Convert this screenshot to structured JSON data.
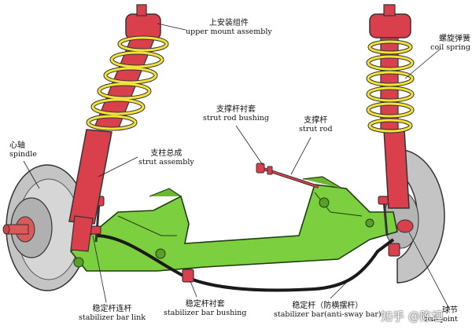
{
  "labels": {
    "upper_mount": {
      "zh": "上安装组件",
      "en": "upper mount assembly"
    },
    "coil_spring": {
      "zh": "螺旋弹簧",
      "en": "coil spring"
    },
    "strut_rod_bushing": {
      "zh": "支撑杆衬套",
      "en": "strut rod bushing"
    },
    "strut_rod": {
      "zh": "支撑杆",
      "en": "strut rod"
    },
    "spindle": {
      "zh": "心轴",
      "en": "spindle"
    },
    "strut_assembly": {
      "zh": "支柱总成",
      "en": "strut assembly"
    },
    "stabilizer_bar_link": {
      "zh": "稳定杆连杆",
      "en": "stabilizer bar link"
    },
    "stabilizer_bar_bushing": {
      "zh": "稳定杆衬套",
      "en": "stabilizer bar bushing"
    },
    "stabilizer_bar": {
      "zh": "稳定杆（防横摆杆）",
      "en": "stabilizer bar(anti-sway bar)"
    },
    "ball_joint": {
      "zh": "球节",
      "en": "ball joint"
    }
  },
  "watermark": "知乎 @陈坦",
  "colors": {
    "frame_green": "#7ccf3f",
    "strut_red": "#d9404c",
    "spring_yellow": "#f2e23a",
    "rotor_gray": "#b8b8b8",
    "leader_line": "#222222"
  }
}
